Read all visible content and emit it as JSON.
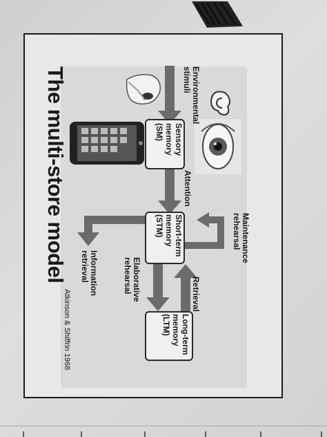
{
  "diagram": {
    "title": "The multi-store model",
    "citation": "Atkinson & Shiffrin 1968",
    "labels": {
      "environmental_stimuli": [
        "Environmental",
        "stimuli"
      ],
      "attention": "Attention",
      "maintenance_rehearsal": [
        "Maintenance",
        "rehearsal"
      ],
      "retrieval": "Retrieval",
      "elaborative_rehearsal": [
        "Elaborative",
        "rehearsal"
      ],
      "information_retrieval": [
        "Information",
        "retrieval"
      ]
    },
    "stores": {
      "sensory": [
        "Sensory",
        "memory",
        "(SM)"
      ],
      "short_term": [
        "Short-term",
        "memory",
        "(STM)"
      ],
      "long_term": [
        "Long-term",
        "memory",
        "(LTM)"
      ]
    }
  }
}
